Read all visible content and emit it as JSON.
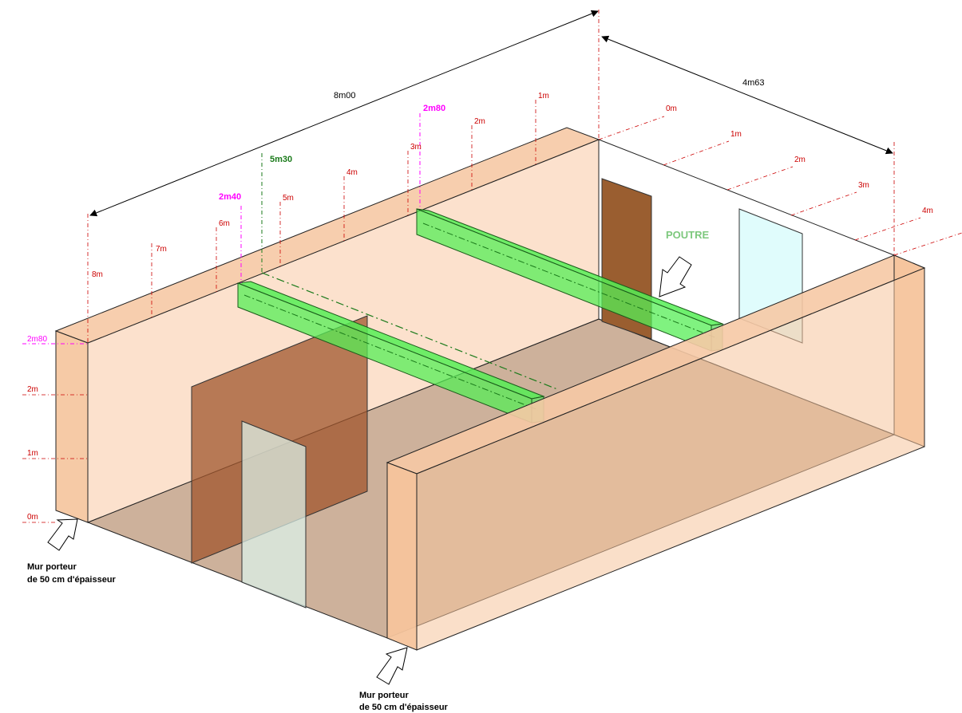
{
  "dimensions": {
    "length": "8m00",
    "width": "4m63"
  },
  "beam_positions": {
    "beam_a": "2m40",
    "beam_b": "2m80",
    "axis": "5m30"
  },
  "length_ticks": [
    "8m",
    "7m",
    "6m",
    "5m",
    "4m",
    "3m",
    "2m",
    "1m"
  ],
  "width_ticks": [
    "0m",
    "1m",
    "2m",
    "3m",
    "4m"
  ],
  "height_scale": {
    "top": "2m80",
    "ticks": [
      "2m",
      "1m",
      "0m"
    ]
  },
  "beam_label": "POUTRE",
  "wall_note": {
    "line1": "Mur porteur",
    "line2": "de 50 cm d'épaisseur"
  },
  "colors": {
    "wall": "#fcdcc4",
    "wall_edge": "#f5c49c",
    "floor": "#c8a990",
    "door": "#a0663a",
    "window": "#ddfcfc",
    "beam": "#55ee55",
    "dimension_red": "#cc0000",
    "beam_magenta": "#ff00ff",
    "axis_green": "#1a7a1a"
  }
}
